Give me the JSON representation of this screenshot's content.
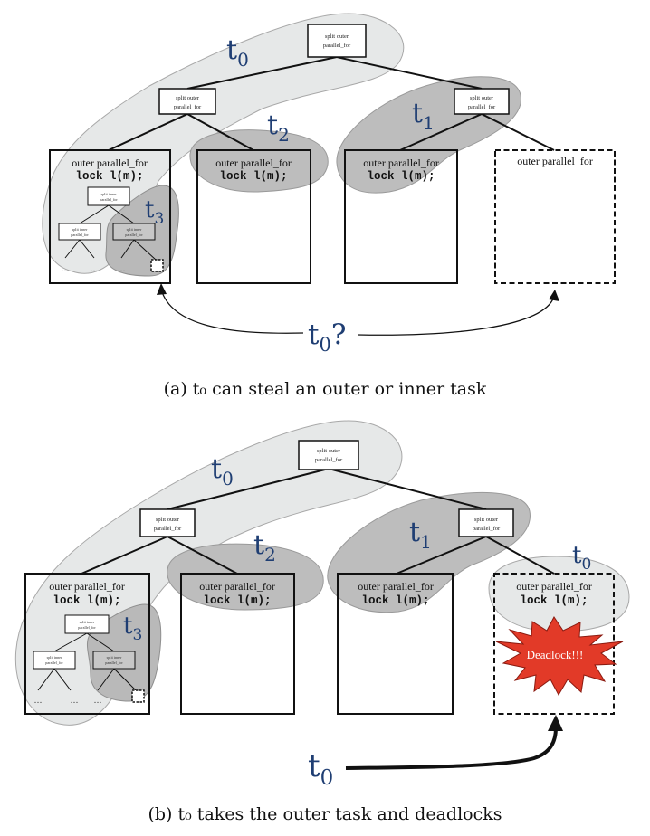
{
  "panels": [
    {
      "id": "a",
      "caption": "(a) t₀ can steal an outer or inner task",
      "root_label": [
        "split outer",
        "parallel_for"
      ],
      "split_label": [
        "split outer",
        "parallel_for"
      ],
      "inner_split_label": [
        "split inner",
        "parallel_for"
      ],
      "box_title": "outer parallel_for",
      "box_code": "lock l(m);",
      "ellipsis": "…",
      "threads": {
        "t0": {
          "base": "t",
          "sub": "0"
        },
        "t1": {
          "base": "t",
          "sub": "1"
        },
        "t2": {
          "base": "t",
          "sub": "2"
        },
        "t3": {
          "base": "t",
          "sub": "3"
        }
      },
      "question": {
        "base": "t",
        "sub": "0",
        "suffix": "?"
      }
    },
    {
      "id": "b",
      "caption": "(b) t₀ takes the outer task and deadlocks",
      "root_label": [
        "split outer",
        "parallel_for"
      ],
      "split_label": [
        "split outer",
        "parallel_for"
      ],
      "inner_split_label": [
        "split inner",
        "parallel_for"
      ],
      "box_title": "outer parallel_for",
      "box_code": "lock l(m);",
      "ellipsis": "…",
      "threads": {
        "t0": {
          "base": "t",
          "sub": "0"
        },
        "t1": {
          "base": "t",
          "sub": "1"
        },
        "t2": {
          "base": "t",
          "sub": "2"
        },
        "t3": {
          "base": "t",
          "sub": "3"
        },
        "t0b": {
          "base": "t",
          "sub": "0"
        }
      },
      "actor": {
        "base": "t",
        "sub": "0"
      },
      "deadlock": "Deadlock!!!"
    }
  ],
  "colors": {
    "blob_light": "#e6e8e8",
    "blob_dark": "#b9b9b9",
    "blob_stroke": "#9a9a9a",
    "thread_text": "#1f3e73",
    "deadlock_fill": "#e23a28"
  }
}
